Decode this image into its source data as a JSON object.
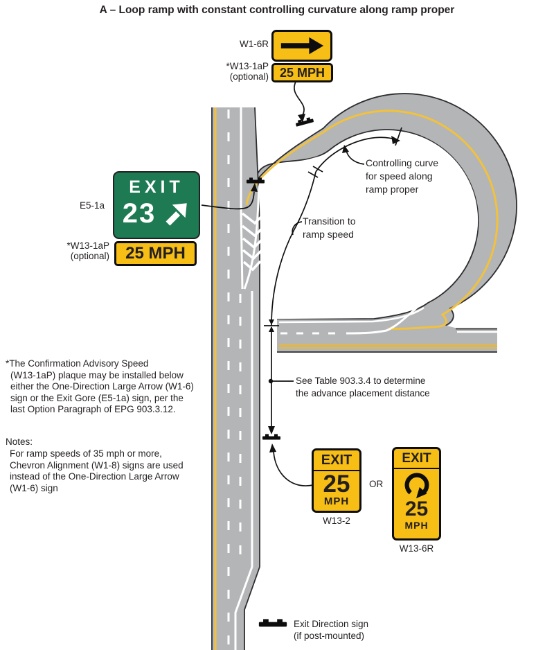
{
  "title": "A – Loop ramp with constant controlling curvature along ramp proper",
  "colors": {
    "road_gray": "#b3b5b7",
    "road_outline": "#2d2d2f",
    "lane_yellow": "#f2c13d",
    "sign_yellow": "#f7be16",
    "sign_green": "#1d7a53",
    "ink": "#231f20"
  },
  "signs": {
    "w16r": {
      "label": "W1-6R",
      "plaque_label_line1": "*W13-1aP",
      "plaque_label_line2": "(optional)",
      "plaque_text": "25 MPH",
      "icon": "right-arrow-icon"
    },
    "e51a": {
      "label": "E5-1a",
      "exit": "EXIT",
      "number": "23",
      "plaque_label_line1": "*W13-1aP",
      "plaque_label_line2": "(optional)",
      "plaque_text": "25 MPH",
      "icon": "up-right-arrow-icon"
    },
    "w132": {
      "exit": "EXIT",
      "speed": "25",
      "unit": "MPH",
      "label": "W13-2"
    },
    "w136r": {
      "exit": "EXIT",
      "speed": "25",
      "unit": "MPH",
      "label": "W13-6R",
      "icon": "loop-arrow-icon"
    },
    "or_text": "OR"
  },
  "annotations": {
    "controlling_curve": "Controlling curve\nfor speed along\nramp proper",
    "transition": "Transition to\nramp speed",
    "see_table": "See Table 903.3.4 to determine\nthe advance placement distance",
    "exit_direction": "Exit Direction sign\n(if post-mounted)"
  },
  "notes": {
    "advisory": "*The Confirmation Advisory Speed\n(W13-1aP) plaque may be installed below\neither the One-Direction Large Arrow (W1-6)\nsign or the Exit Gore (E5-1a) sign, per the\nlast Option Paragraph of EPG 903.3.12.",
    "notes_label": "Notes:",
    "notes_body": "For ramp speeds of 35 mph or more,\nChevron Alignment (W1-8) signs are used\ninstead of the One-Direction Large Arrow\n(W1-6) sign"
  }
}
